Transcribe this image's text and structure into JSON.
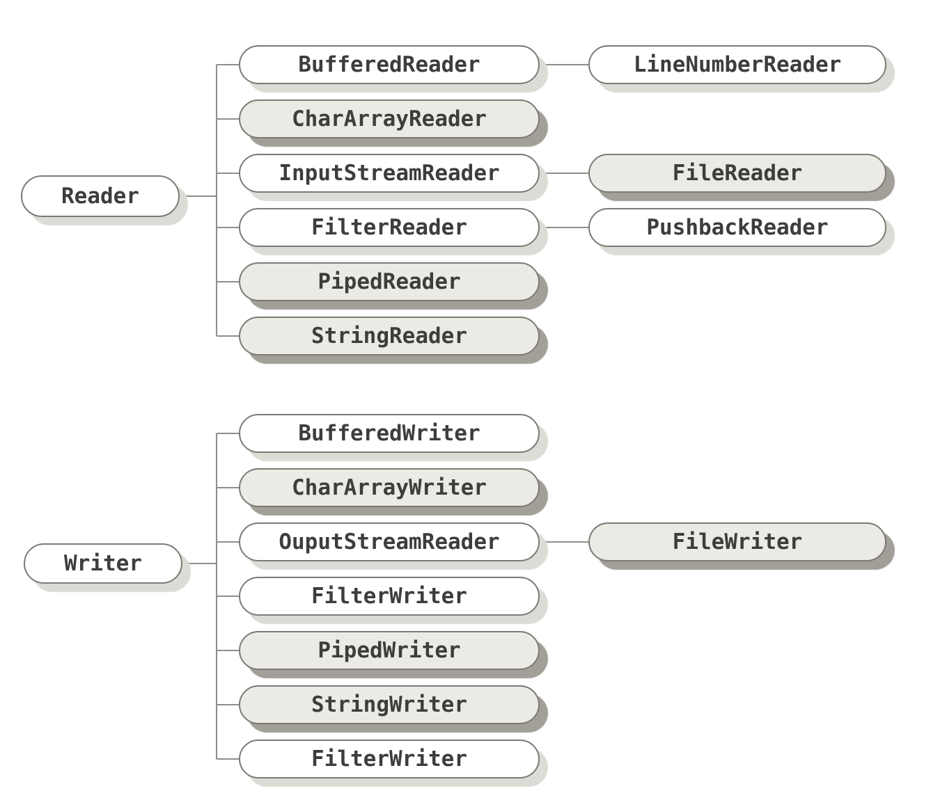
{
  "diagram": {
    "description": "Java character-stream class hierarchy (Reader and Writer subclasses)",
    "colors": {
      "background": "#ffffff",
      "pill_white_fill": "#ffffff",
      "pill_shaded_fill": "#ebeae5",
      "shadow_on_white": "#dcdbd5",
      "shadow_on_shaded": "#a19f97",
      "pill_border": "#7b7a74",
      "connector_line": "#8f8e89",
      "text": "#3d3d3b"
    },
    "trees": [
      {
        "root": {
          "label": "Reader",
          "variant": "white"
        },
        "children": [
          {
            "label": "BufferedReader",
            "variant": "white",
            "child": {
              "label": "LineNumberReader",
              "variant": "white"
            }
          },
          {
            "label": "CharArrayReader",
            "variant": "shaded"
          },
          {
            "label": "InputStreamReader",
            "variant": "white",
            "child": {
              "label": "FileReader",
              "variant": "shaded"
            }
          },
          {
            "label": "FilterReader",
            "variant": "white",
            "child": {
              "label": "PushbackReader",
              "variant": "white"
            }
          },
          {
            "label": "PipedReader",
            "variant": "shaded"
          },
          {
            "label": "StringReader",
            "variant": "shaded"
          }
        ]
      },
      {
        "root": {
          "label": "Writer",
          "variant": "white"
        },
        "children": [
          {
            "label": "BufferedWriter",
            "variant": "white"
          },
          {
            "label": "CharArrayWriter",
            "variant": "shaded"
          },
          {
            "label": "OuputStreamReader",
            "variant": "white",
            "child": {
              "label": "FileWriter",
              "variant": "shaded"
            }
          },
          {
            "label": "FilterWriter",
            "variant": "white"
          },
          {
            "label": "PipedWriter",
            "variant": "shaded"
          },
          {
            "label": "StringWriter",
            "variant": "shaded"
          },
          {
            "label": "FilterWriter",
            "variant": "white"
          }
        ]
      }
    ]
  }
}
